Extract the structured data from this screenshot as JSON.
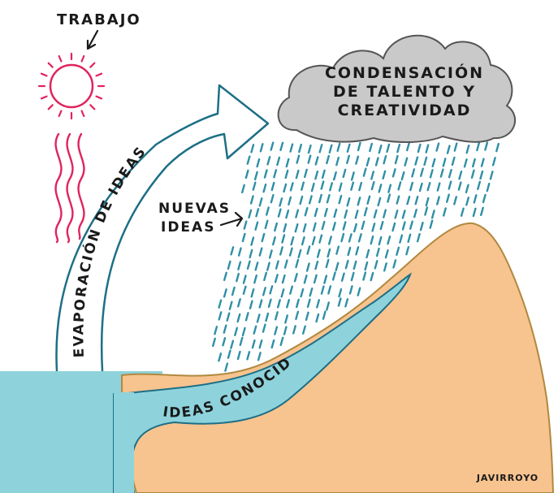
{
  "labels": {
    "sun": "TRABAJO",
    "cloud_line1": "CONDENSACIÓN",
    "cloud_line2": "DE TALENTO Y",
    "cloud_line3": "CREATIVIDAD",
    "arrow": "EVAPORACIÓN DE IDEAS",
    "rain_line1": "NUEVAS",
    "rain_line2": "IDEAS",
    "river": "IDEAS CONOCIDAS"
  },
  "signature": "JAVIRROYO",
  "colors": {
    "sea": "#8ed3dc",
    "land": "#f7c38f",
    "outline_land": "#b0893e",
    "river": "#8ed3dc",
    "outline_blue": "#1d6f86",
    "cloud": "#c9c9c9",
    "sun": "#e0245e",
    "rain": "#2f8fa6",
    "ink": "#1a1a1a"
  }
}
